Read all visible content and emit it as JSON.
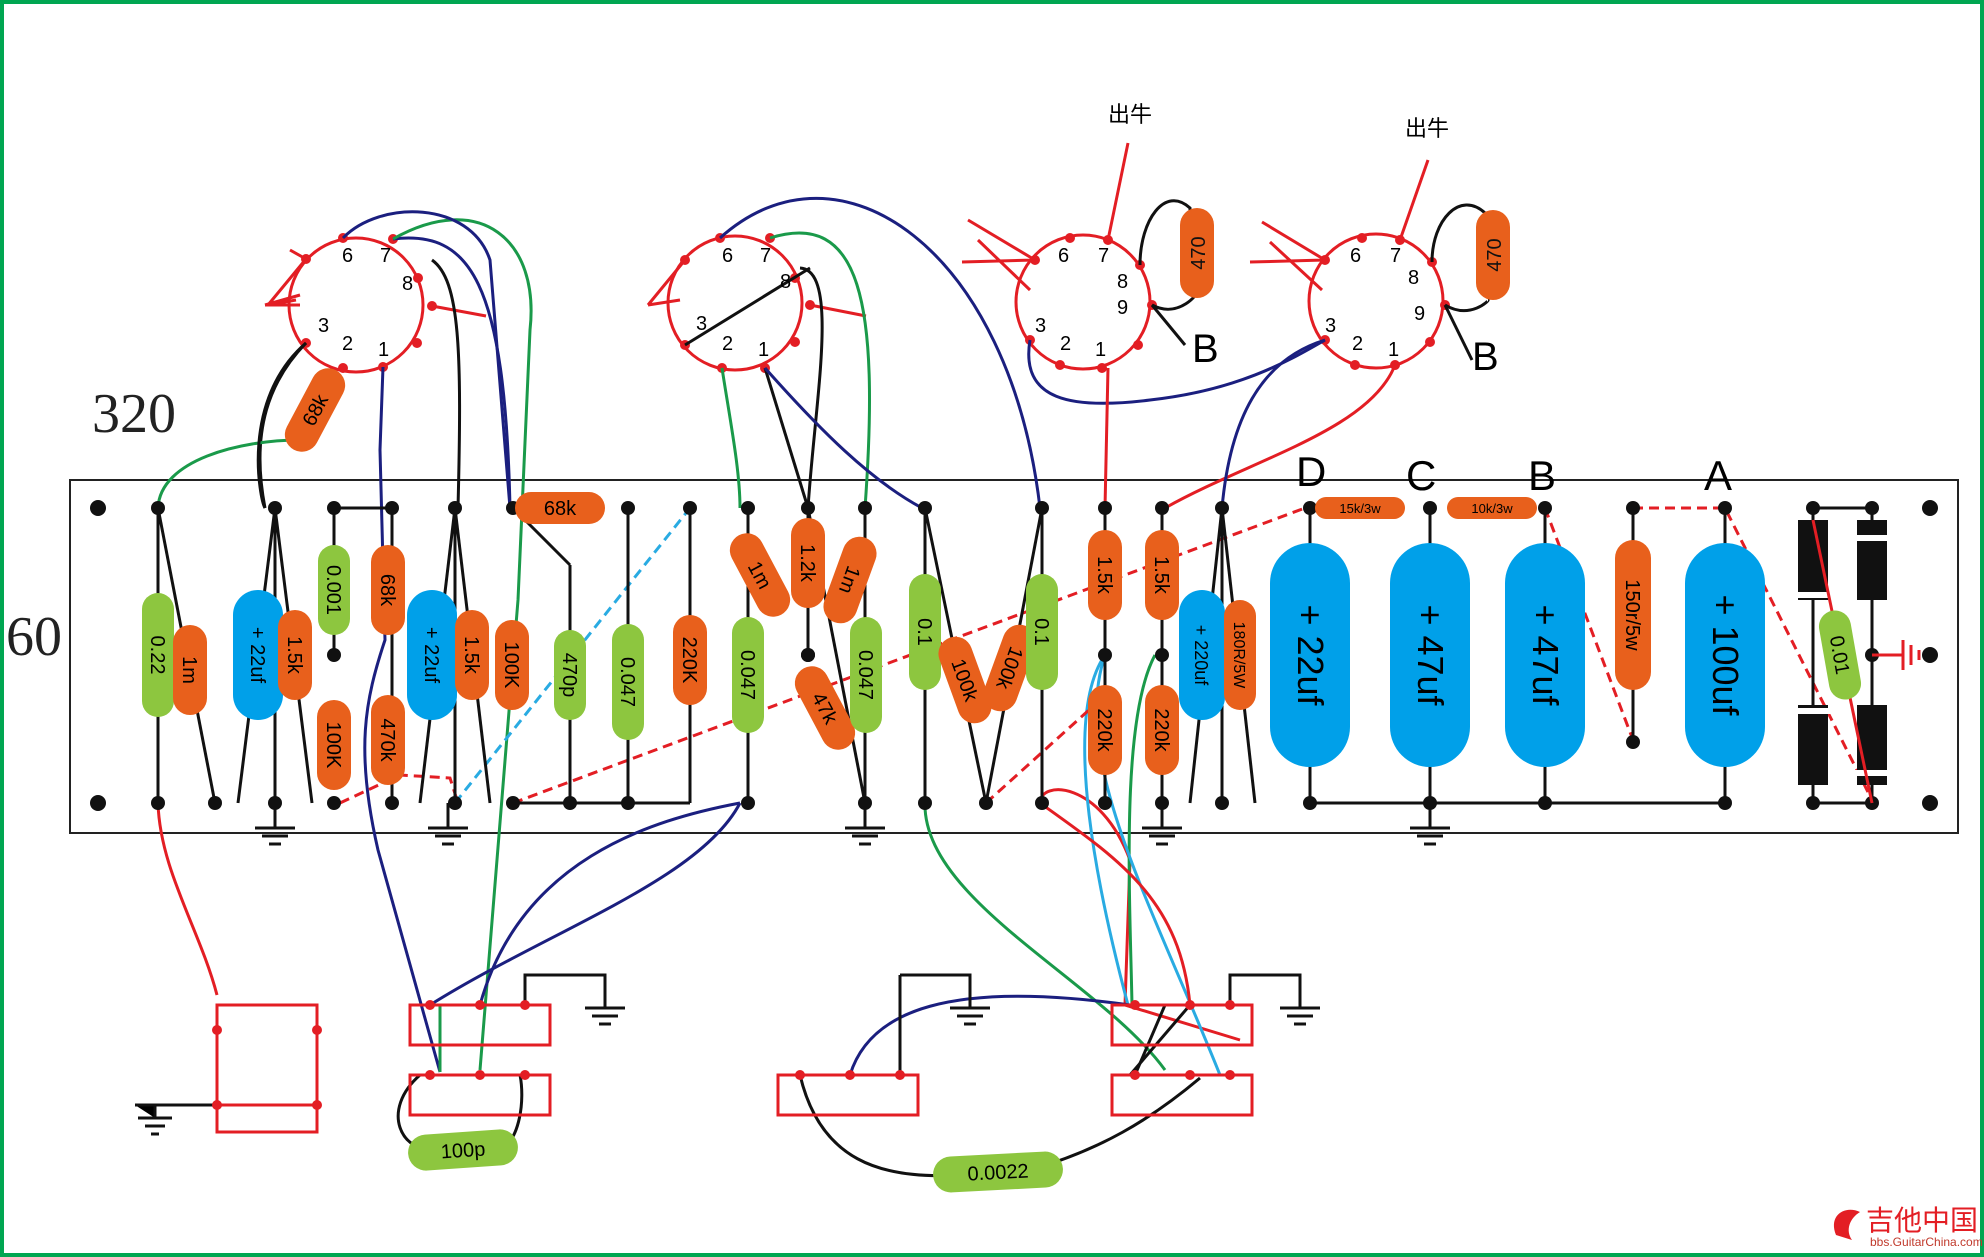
{
  "board": {
    "width_label": "320",
    "height_label": "60",
    "node_labels": [
      "D",
      "C",
      "B",
      "A"
    ]
  },
  "tubes": {
    "pin_labels_8": [
      "6",
      "7",
      "8",
      "3",
      "2",
      "1"
    ],
    "pin_labels_9": [
      "6",
      "7",
      "8",
      "9",
      "3",
      "2",
      "1"
    ],
    "output_label": "出牛",
    "bias_label": "B",
    "cathode_resistor": "470"
  },
  "components": {
    "r_68k_top": "68k",
    "c_022": "0.22",
    "r_1m_a": "1m",
    "c_22uf_a": "+ 22uf",
    "r_15k_a": "1.5k",
    "c_0001": "0.001",
    "r_100k_a": "100K",
    "r_68k_b": "68k",
    "r_470k": "470k",
    "c_22uf_b": "+ 22uf",
    "r_15k_b": "1.5k",
    "r_100k_b": "100K",
    "r_68k_h": "68k",
    "c_470p": "470p",
    "c_0047_a": "0.047",
    "r_220k_a": "220K",
    "c_0047_b": "0.047",
    "r_1m_b": "1m",
    "r_12k": "1.2k",
    "r_1m_c": "1m",
    "r_47k": "47k",
    "c_0047_c": "0.047",
    "c_01_a": "0.1",
    "r_100k_c": "100k",
    "r_100k_d": "100k",
    "c_01_b": "0.1",
    "r_15k_c": "1.5k",
    "r_220k_b": "220k",
    "r_15k_d": "1.5k",
    "r_220k_c": "220k",
    "c_220uf": "+ 220uf",
    "r_180r": "180R/5W",
    "r_15k3w": "15k/3w",
    "r_10k3w": "10k/3w",
    "c_22uf_big": "+ 22uf",
    "c_47uf_a": "+ 47uf",
    "c_47uf_b": "+ 47uf",
    "r_150r": "150r/5w",
    "c_100uf": "+ 100uf",
    "c_001_end": "0.01",
    "c_100p": "100p",
    "c_00022": "0.0022"
  },
  "watermark": {
    "cn": "吉他中国",
    "url": "bbs.GuitarChina.com"
  },
  "colors": {
    "border": "#00a651",
    "red": "#e31e24",
    "navy": "#1b1f7f",
    "green": "#1a9a4a",
    "light_blue": "#29abe2",
    "orange": "#e8601c",
    "lime": "#8dc63f",
    "cyan_cap": "#00a0e9",
    "black": "#111111"
  }
}
